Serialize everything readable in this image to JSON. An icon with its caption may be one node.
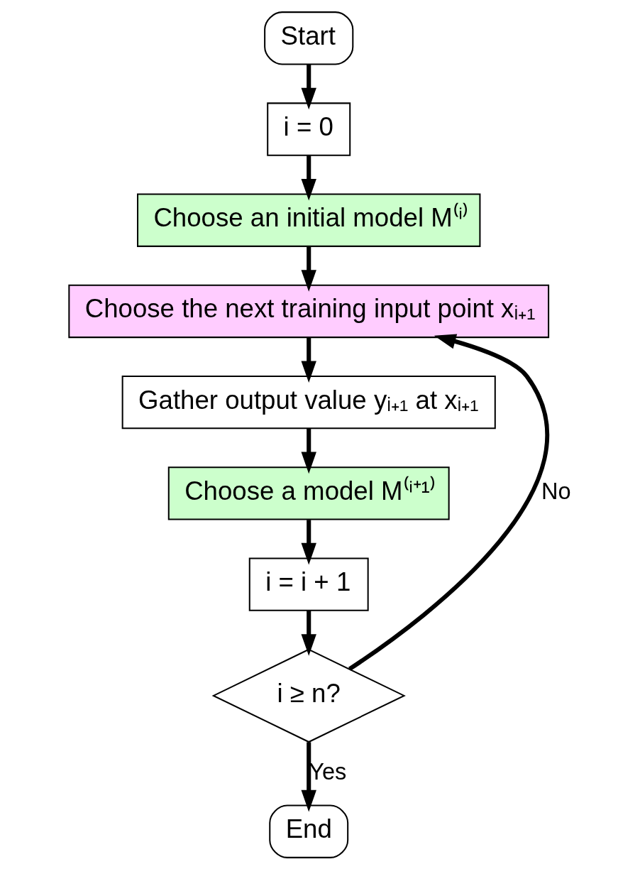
{
  "diagram": {
    "nodes": [
      {
        "text": [
          "Start"
        ]
      },
      {
        "text": [
          "i = 0"
        ]
      },
      {
        "text": [
          "Choose an initial model M⁽ⁱ⁾"
        ]
      },
      {
        "text": [
          "Choose the next training input point xᵢ₊₁"
        ]
      },
      {
        "text": [
          "Gather output value yᵢ₊₁ at xᵢ₊₁"
        ]
      },
      {
        "text": [
          "Choose a model M⁽ⁱ⁺¹⁾"
        ]
      },
      {
        "text": [
          "i = i + 1"
        ]
      },
      {
        "text": [
          "i ≥ n?"
        ]
      },
      {
        "text": [
          "End"
        ]
      }
    ],
    "edges": [
      {
        "from": 0,
        "to": 1,
        "arrow": "to"
      },
      {
        "from": 1,
        "to": 2,
        "arrow": "to"
      },
      {
        "from": 2,
        "to": 3,
        "arrow": "to"
      },
      {
        "from": 3,
        "to": 4,
        "arrow": "to"
      },
      {
        "from": 4,
        "to": 5,
        "arrow": "to"
      },
      {
        "from": 5,
        "to": 6,
        "arrow": "to"
      },
      {
        "from": 6,
        "to": 7,
        "arrow": "to"
      },
      {
        "from": 7,
        "to": 3,
        "arrow": "to",
        "label": "No"
      },
      {
        "from": 7,
        "to": 8,
        "arrow": "to",
        "label": "Yes"
      }
    ]
  }
}
